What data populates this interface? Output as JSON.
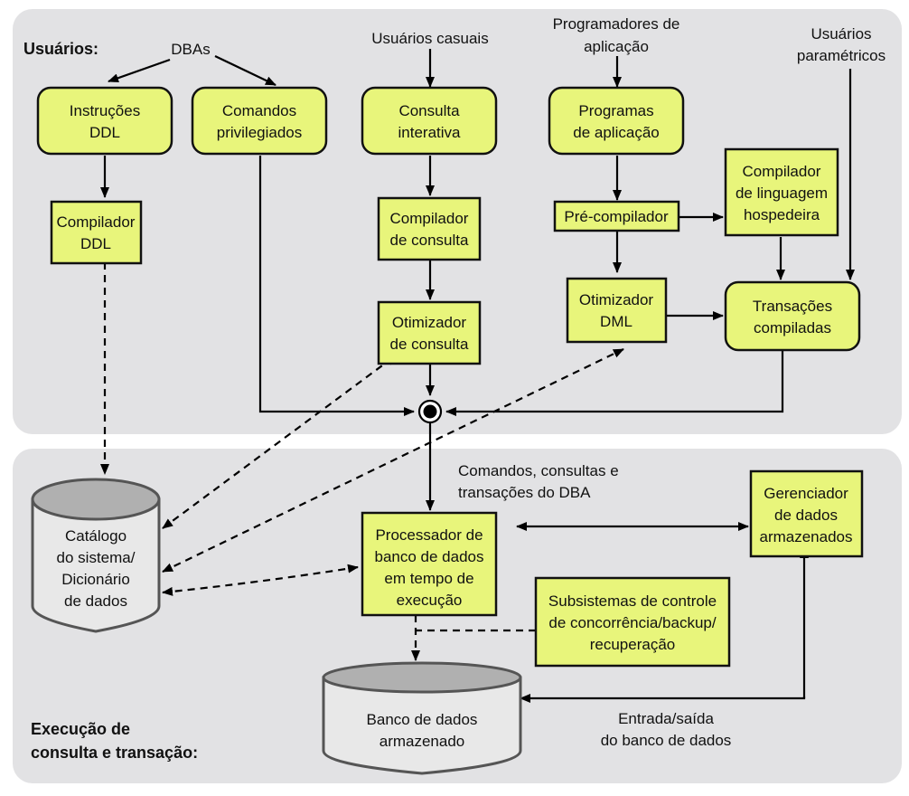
{
  "sections": {
    "users_label": "Usuários:",
    "execution_label_line1": "Execução de",
    "execution_label_line2": "consulta e transação:"
  },
  "actors": {
    "dbas": "DBAs",
    "casual_users": "Usuários casuais",
    "app_programmers_line1": "Programadores de",
    "app_programmers_line2": "aplicação",
    "parametric_users_line1": "Usuários",
    "parametric_users_line2": "paramétricos"
  },
  "nodes": {
    "ddl_statements": [
      "Instruções",
      "DDL"
    ],
    "privileged_commands": [
      "Comandos",
      "privilegiados"
    ],
    "interactive_query": [
      "Consulta",
      "interativa"
    ],
    "application_programs": [
      "Programas",
      "de aplicação"
    ],
    "ddl_compiler": [
      "Compilador",
      "DDL"
    ],
    "query_compiler": [
      "Compilador",
      "de consulta"
    ],
    "precompiler": [
      "Pré-compilador"
    ],
    "host_language_compiler": [
      "Compilador",
      "de linguagem",
      "hospedeira"
    ],
    "query_optimizer": [
      "Otimizador",
      "de consulta"
    ],
    "dml_optimizer": [
      "Otimizador",
      "DML"
    ],
    "compiled_transactions": [
      "Transações",
      "compiladas"
    ],
    "system_catalog": [
      "Catálogo",
      "do sistema/",
      "Dicionário",
      "de dados"
    ],
    "runtime_processor": [
      "Processador de",
      "banco de dados",
      "em tempo de",
      "execução"
    ],
    "stored_data_manager": [
      "Gerenciador",
      "de dados",
      "armazenados"
    ],
    "concurrency_subsystems": [
      "Subsistemas de controle",
      "de concorrência/backup/",
      "recuperação"
    ],
    "stored_database": [
      "Banco de dados",
      "armazenado"
    ]
  },
  "edge_labels": {
    "dba_commands": [
      "Comandos, consultas e",
      "transações do DBA"
    ],
    "db_io": [
      "Entrada/saída",
      "do banco de dados"
    ]
  }
}
